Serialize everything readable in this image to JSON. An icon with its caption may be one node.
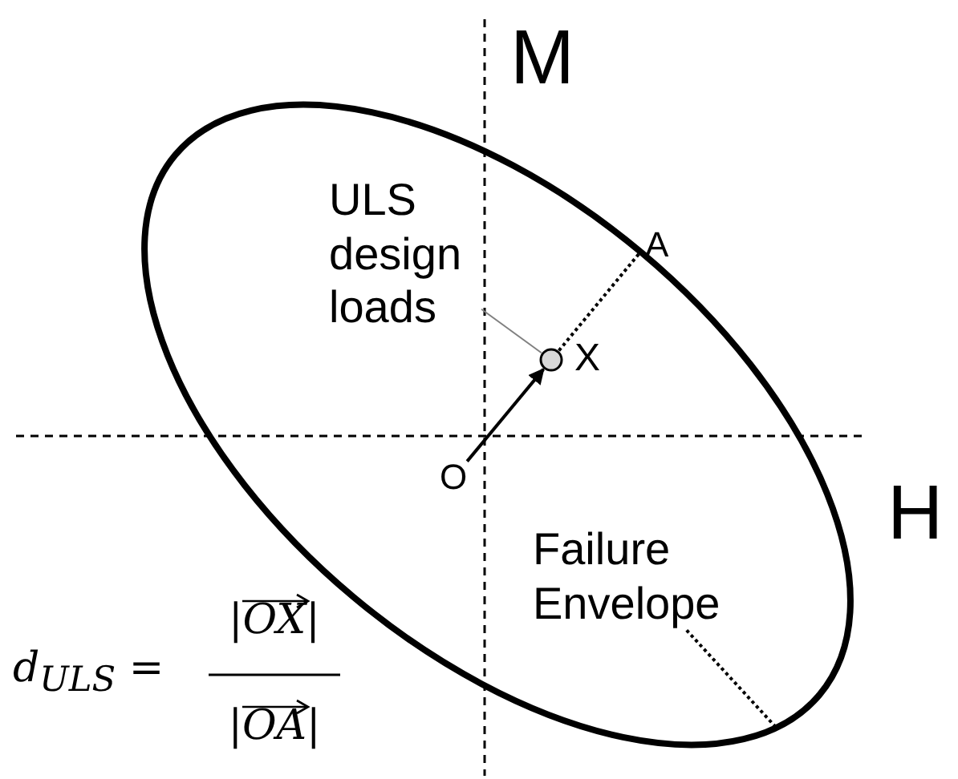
{
  "diagram": {
    "nodes": [
      {
        "text": [],
        "shape": "ellipse"
      },
      {
        "text": [
          "ULS design loads"
        ],
        "in": 0
      },
      {
        "text": [],
        "shape": "circle",
        "beside": [
          "X"
        ],
        "in": 0
      },
      {
        "text": [
          "O"
        ],
        "in": 0
      },
      {
        "text": [
          "Failure Envelope"
        ],
        "in": 0
      }
    ],
    "edges": [
      {
        "from": 1,
        "to": 2,
        "arrow": "none",
        "color": "#808080"
      },
      {
        "from": 2,
        "to": 0,
        "arrow": "none",
        "style": "dashed"
      },
      {
        "from": 3,
        "to": 2,
        "arrow": "to"
      },
      {
        "from": 4,
        "to": 0,
        "arrow": "none",
        "style": "dashed"
      }
    ],
    "labels": [
      "M",
      "A",
      "H",
      "d$_{ULS}$ =",
      "|OX|",
      "|OA|"
    ]
  }
}
